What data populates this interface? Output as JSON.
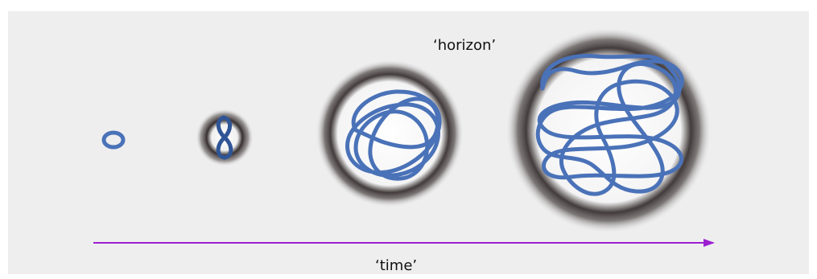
{
  "labels": {
    "horizon": "‘horizon’",
    "time": "‘time’"
  },
  "colors": {
    "background": "#eeeeee",
    "loop": "#4a72b8",
    "loop_dark": "#2b4a80",
    "horizon_shadow": "#2a2222",
    "arrow": "#9b1fd1"
  },
  "stages": [
    {
      "name": "loop-only",
      "horizon": false
    },
    {
      "name": "figure-eight",
      "horizon": true
    },
    {
      "name": "tangled-loop-medium",
      "horizon": true
    },
    {
      "name": "tangled-loop-large",
      "horizon": true
    }
  ]
}
